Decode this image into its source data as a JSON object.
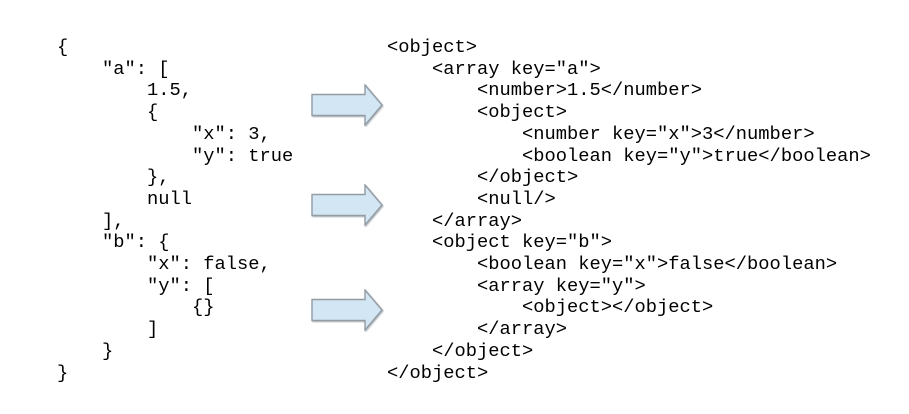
{
  "colors": {
    "background": "#ffffff",
    "code_text": "#000000",
    "arrow_fill": "#d2e6f4",
    "arrow_stroke": "#939ca3"
  },
  "json_panel": {
    "lines": [
      "{",
      "    \"a\": [",
      "        1.5,",
      "        {",
      "            \"x\": 3,",
      "            \"y\": true",
      "        },",
      "        null",
      "    ],",
      "    \"b\": {",
      "        \"x\": false,",
      "        \"y\": [",
      "            {}",
      "        ]",
      "    }",
      "}"
    ]
  },
  "xml_panel": {
    "lines": [
      "<object>",
      "    <array key=\"a\">",
      "        <number>1.5</number>",
      "        <object>",
      "            <number key=\"x\">3</number>",
      "            <boolean key=\"y\">true</boolean>",
      "        </object>",
      "        <null/>",
      "    </array>",
      "    <object key=\"b\">",
      "        <boolean key=\"x\">false</boolean>",
      "        <array key=\"y\">",
      "            <object></object>",
      "        </array>",
      "    </object>",
      "</object>"
    ]
  }
}
